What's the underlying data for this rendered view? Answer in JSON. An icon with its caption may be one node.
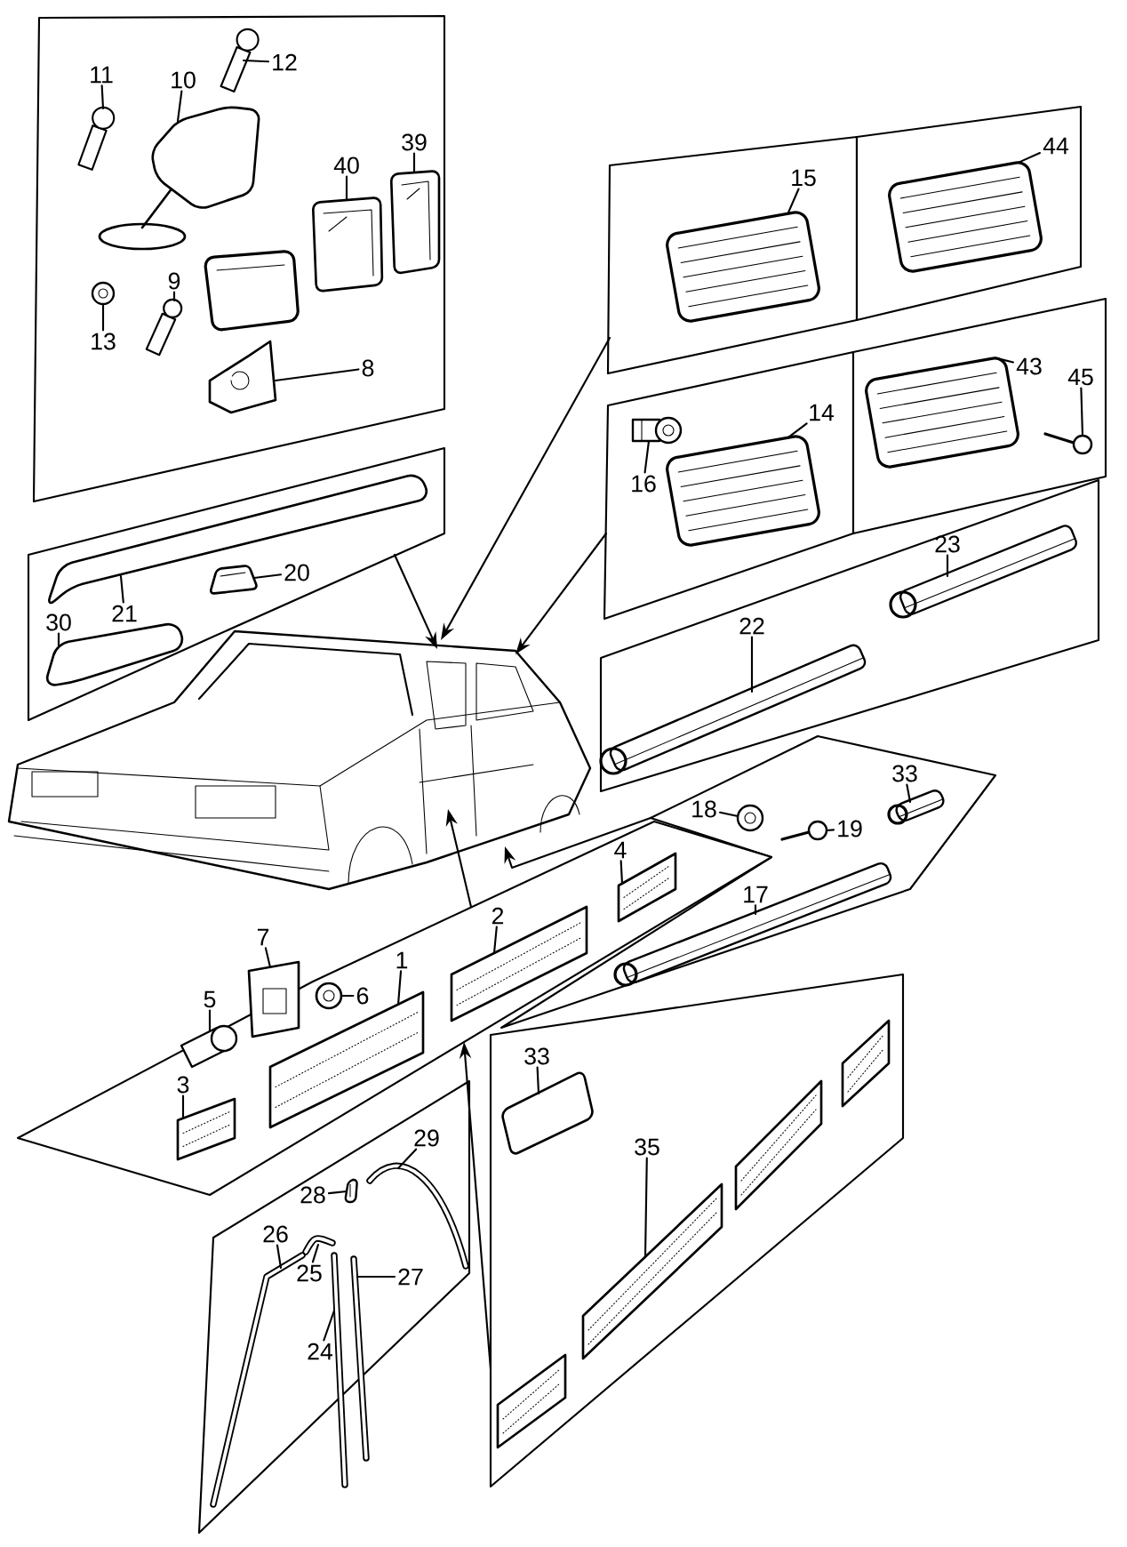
{
  "diagram": {
    "nodes": [
      {
        "text": [],
        "shape": "box"
      },
      {
        "text": [
          "11"
        ],
        "in": 0
      },
      {
        "text": [
          "12"
        ],
        "in": 0
      },
      {
        "text": [
          "10"
        ],
        "in": 0
      },
      {
        "text": [
          "39"
        ],
        "in": 0
      },
      {
        "text": [
          "40"
        ],
        "in": 0
      },
      {
        "text": [
          "9"
        ],
        "in": 0
      },
      {
        "text": [
          "13"
        ],
        "in": 0
      },
      {
        "text": [
          "8"
        ],
        "in": 0
      },
      {
        "text": [],
        "shape": "box"
      },
      {
        "text": [
          "20"
        ],
        "in": 9
      },
      {
        "text": [
          "21"
        ],
        "in": 9
      },
      {
        "text": [
          "30"
        ],
        "in": 9
      },
      {
        "text": [],
        "shape": "box"
      },
      {
        "text": [
          "15"
        ],
        "in": 13
      },
      {
        "text": [],
        "shape": "box"
      },
      {
        "text": [
          "44"
        ],
        "in": 15
      },
      {
        "text": [],
        "shape": "box"
      },
      {
        "text": [
          "16"
        ],
        "in": 17
      },
      {
        "text": [
          "14"
        ],
        "in": 17
      },
      {
        "text": [],
        "shape": "box"
      },
      {
        "text": [
          "43"
        ],
        "in": 20
      },
      {
        "text": [
          "45"
        ],
        "in": 20
      },
      {
        "text": [],
        "shape": "picture"
      },
      {
        "text": [],
        "shape": "box"
      },
      {
        "text": [
          "22"
        ],
        "in": 24
      },
      {
        "text": [
          "23"
        ],
        "in": 24
      },
      {
        "text": [],
        "shape": "box"
      },
      {
        "text": [
          "18"
        ],
        "in": 27
      },
      {
        "text": [
          "19"
        ],
        "in": 27
      },
      {
        "text": [
          "33"
        ],
        "in": 27
      },
      {
        "text": [
          "17"
        ],
        "in": 27
      },
      {
        "text": [
          "7"
        ]
      },
      {
        "text": [
          "5"
        ]
      },
      {
        "text": [],
        "shape": "box"
      },
      {
        "text": [
          "6"
        ],
        "in": 34
      },
      {
        "text": [
          "1"
        ],
        "in": 34
      },
      {
        "text": [
          "2"
        ],
        "in": 34
      },
      {
        "text": [
          "4"
        ],
        "in": 34
      },
      {
        "text": [
          "3"
        ],
        "in": 34
      },
      {
        "text": [],
        "shape": "box"
      },
      {
        "text": [
          "33"
        ],
        "in": 40
      },
      {
        "text": [
          "35"
        ],
        "in": 40
      },
      {
        "text": [],
        "shape": "box"
      },
      {
        "text": [
          "28"
        ],
        "in": 43
      },
      {
        "text": [
          "29"
        ],
        "in": 43
      },
      {
        "text": [
          "25"
        ],
        "in": 43
      },
      {
        "text": [
          "26"
        ],
        "in": 43
      },
      {
        "text": [
          "27"
        ],
        "in": 43
      },
      {
        "text": [
          "24"
        ],
        "in": 43
      },
      {
        "text": [],
        "shape": "picture",
        "in": 0
      },
      {
        "text": [],
        "shape": "picture",
        "in": 0
      },
      {
        "text": [],
        "shape": "picture",
        "in": 0
      },
      {
        "text": [],
        "shape": "picture",
        "in": 0
      },
      {
        "text": [],
        "shape": "picture",
        "in": 0
      },
      {
        "text": [],
        "shape": "picture",
        "in": 0
      },
      {
        "text": [],
        "shape": "picture",
        "in": 0
      },
      {
        "text": [],
        "shape": "picture",
        "in": 0
      },
      {
        "text": [],
        "shape": "picture",
        "in": 9
      },
      {
        "text": [],
        "shape": "picture",
        "in": 9
      },
      {
        "text": [],
        "shape": "picture",
        "in": 9
      },
      {
        "text": [],
        "shape": "picture",
        "in": 13
      },
      {
        "text": [],
        "shape": "picture",
        "in": 15
      },
      {
        "text": [],
        "shape": "picture",
        "in": 17
      },
      {
        "text": [],
        "shape": "picture",
        "in": 17
      },
      {
        "text": [],
        "shape": "picture",
        "in": 20
      },
      {
        "text": [],
        "shape": "picture",
        "in": 20
      },
      {
        "text": [],
        "shape": "picture",
        "in": 24
      },
      {
        "text": [],
        "shape": "picture",
        "in": 24
      },
      {
        "text": [],
        "shape": "picture",
        "in": 27
      },
      {
        "text": [],
        "shape": "picture",
        "in": 27
      },
      {
        "text": [],
        "shape": "picture",
        "in": 27
      },
      {
        "text": [],
        "shape": "picture",
        "in": 27
      },
      {
        "text": [],
        "shape": "picture"
      },
      {
        "text": [],
        "shape": "picture",
        "in": 34
      },
      {
        "text": [],
        "shape": "picture",
        "in": 34
      },
      {
        "text": [],
        "shape": "picture",
        "in": 34
      },
      {
        "text": [],
        "shape": "picture",
        "in": 34
      },
      {
        "text": [],
        "shape": "picture",
        "in": 34
      },
      {
        "text": [],
        "shape": "picture",
        "in": 34
      },
      {
        "text": [],
        "shape": "picture",
        "in": 40
      },
      {
        "text": [],
        "shape": "picture",
        "in": 40
      },
      {
        "text": [],
        "shape": "picture",
        "in": 43
      },
      {
        "text": [],
        "shape": "picture",
        "in": 43
      },
      {
        "text": [],
        "shape": "picture",
        "in": 43
      },
      {
        "text": [],
        "shape": "picture",
        "in": 43
      },
      {
        "text": [],
        "shape": "picture",
        "in": 43
      },
      {
        "text": [],
        "shape": "picture",
        "in": 43
      }
    ],
    "edges": [
      {
        "from": 9,
        "to": 23,
        "arrow": "to"
      },
      {
        "from": 13,
        "to": 23,
        "arrow": "to"
      },
      {
        "from": 17,
        "to": 23,
        "arrow": "to"
      },
      {
        "from": 34,
        "to": 23,
        "arrow": "to"
      },
      {
        "from": 27,
        "to": 23,
        "arrow": "to"
      },
      {
        "from": 40,
        "to": 34,
        "arrow": "to"
      },
      {
        "from": 1,
        "to": 50,
        "arrow": "none"
      },
      {
        "from": 2,
        "to": 51,
        "arrow": "none"
      },
      {
        "from": 3,
        "to": 52,
        "arrow": "none"
      },
      {
        "from": 4,
        "to": 53,
        "arrow": "none"
      },
      {
        "from": 5,
        "to": 54,
        "arrow": "none"
      },
      {
        "from": 6,
        "to": 55,
        "arrow": "none"
      },
      {
        "from": 7,
        "to": 56,
        "arrow": "none"
      },
      {
        "from": 8,
        "to": 57,
        "arrow": "none"
      },
      {
        "from": 10,
        "to": 58,
        "arrow": "none"
      },
      {
        "from": 11,
        "to": 59,
        "arrow": "none"
      },
      {
        "from": 12,
        "to": 60,
        "arrow": "none"
      },
      {
        "from": 14,
        "to": 61,
        "arrow": "none"
      },
      {
        "from": 16,
        "to": 62,
        "arrow": "none"
      },
      {
        "from": 18,
        "to": 63,
        "arrow": "none"
      },
      {
        "from": 19,
        "to": 64,
        "arrow": "none"
      },
      {
        "from": 21,
        "to": 65,
        "arrow": "none"
      },
      {
        "from": 22,
        "to": 66,
        "arrow": "none"
      },
      {
        "from": 25,
        "to": 67,
        "arrow": "none"
      },
      {
        "from": 26,
        "to": 68,
        "arrow": "none"
      },
      {
        "from": 28,
        "to": 69,
        "arrow": "none"
      },
      {
        "from": 29,
        "to": 70,
        "arrow": "none"
      },
      {
        "from": 30,
        "to": 71,
        "arrow": "none"
      },
      {
        "from": 31,
        "to": 72,
        "arrow": "none"
      },
      {
        "from": 32,
        "to": 73,
        "arrow": "none"
      },
      {
        "from": 33,
        "to": 74,
        "arrow": "none"
      },
      {
        "from": 35,
        "to": 75,
        "arrow": "none"
      },
      {
        "from": 36,
        "to": 76,
        "arrow": "none"
      },
      {
        "from": 37,
        "to": 77,
        "arrow": "none"
      },
      {
        "from": 38,
        "to": 78,
        "arrow": "none"
      },
      {
        "from": 39,
        "to": 79,
        "arrow": "none"
      },
      {
        "from": 41,
        "to": 80,
        "arrow": "none"
      },
      {
        "from": 42,
        "to": 81,
        "arrow": "none"
      },
      {
        "from": 44,
        "to": 82,
        "arrow": "none"
      },
      {
        "from": 45,
        "to": 83,
        "arrow": "none"
      },
      {
        "from": 46,
        "to": 84,
        "arrow": "none"
      },
      {
        "from": 47,
        "to": 85,
        "arrow": "none"
      },
      {
        "from": 48,
        "to": 86,
        "arrow": "none"
      },
      {
        "from": 49,
        "to": 87,
        "arrow": "none"
      }
    ]
  }
}
